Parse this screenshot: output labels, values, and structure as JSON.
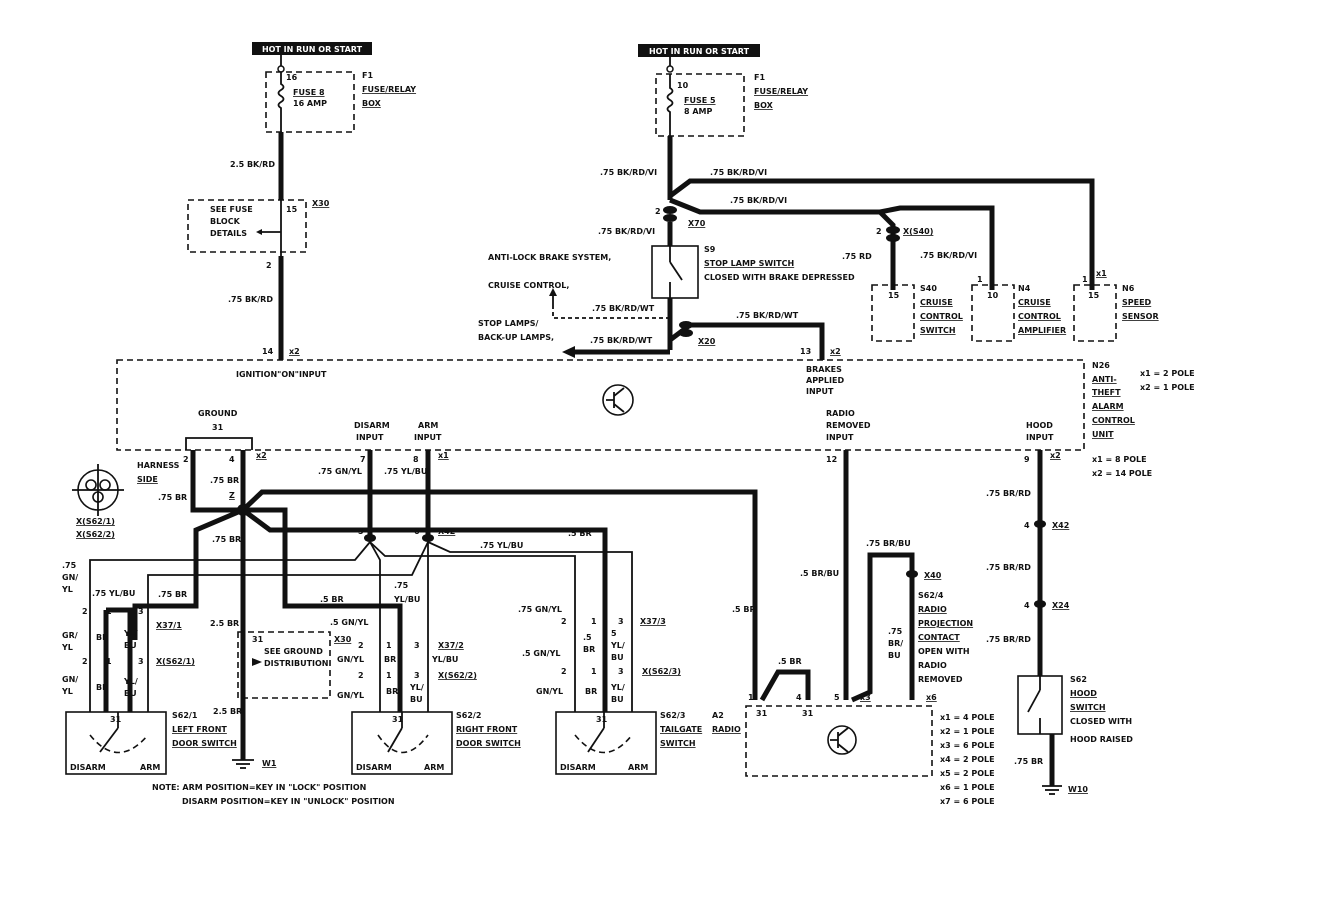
{
  "power_left": {
    "hot_label": "HOT IN RUN OR START",
    "pin_top": "16",
    "fuse_name": "FUSE 8",
    "fuse_rating": "16 AMP",
    "ref": "F1",
    "box_line1": "FUSE/RELAY",
    "box_line2": "BOX",
    "wire1": "2.5 BK/RD",
    "block_line1": "SEE FUSE",
    "block_line2": "BLOCK",
    "block_line3": "DETAILS",
    "block_pin": "15",
    "block_ref": "X30",
    "block_pin_out": "2",
    "wire2": ".75 BK/RD",
    "ign_pin": "14",
    "ign_conn": "x2",
    "ign_label": "IGNITION\"ON\"INPUT"
  },
  "power_right": {
    "hot_label": "HOT IN RUN OR START",
    "pin_top": "10",
    "fuse_name": "FUSE 5",
    "fuse_rating": "8 AMP",
    "ref": "F1",
    "box_line1": "FUSE/RELAY",
    "box_line2": "BOX",
    "wire1": ".75 BK/RD/VI",
    "wire_top1": ".75 BK/RD/VI",
    "wire_top2": ".75 BK/RD/VI",
    "x70_pin": "2",
    "x70_ref": "X70",
    "wire_after_x70": ".75 BK/RD/VI",
    "s9_ref": "S9",
    "s9_line1": "STOP LAMP SWITCH",
    "s9_line2": "CLOSED WITH BRAKE DEPRESSED",
    "abs_label": "ANTI-LOCK BRAKE SYSTEM,",
    "cruise_label": "CRUISE CONTROL,",
    "stop_label1": "STOP LAMPS/",
    "stop_label2": "BACK-UP LAMPS,",
    "wire_s9_out1": ".75 BK/RD/WT",
    "wire_s9_out2": ".75 BK/RD/WT",
    "wire_s9_out3": ".75 BK/RD/WT",
    "x20_ref": "X20",
    "brake_pin": "13",
    "brake_conn": "x2",
    "brake_label1": "BRAKES",
    "brake_label2": "APPLIED",
    "brake_label3": "INPUT"
  },
  "right_components": {
    "x540_pin": "2",
    "x540_ref": "X(S40)",
    "wire_s40": ".75 RD",
    "wire_n4": ".75 BK/RD/VI",
    "s40_pin": "15",
    "s40_ref": "S40",
    "s40_line1": "CRUISE",
    "s40_line2": "CONTROL",
    "s40_line3": "SWITCH",
    "n4_pin_top": "1",
    "n4_pin": "10",
    "n4_ref": "N4",
    "n4_line1": "CRUISE",
    "n4_line2": "CONTROL",
    "n4_line3": "AMPLIFIER",
    "n6_pin_top": "1",
    "n6_conn": "x1",
    "n6_pin": "15",
    "n6_ref": "N6",
    "n6_line1": "SPEED",
    "n6_line2": "SENSOR"
  },
  "module": {
    "ref": "N26",
    "line1": "ANTI-",
    "line2": "THEFT",
    "line3": "ALARM",
    "line4": "CONTROL",
    "line5": "UNIT",
    "pole_note1": "x1 = 2 POLE",
    "pole_note2": "x2 = 1 POLE",
    "pole_note3": "x1 = 8 POLE",
    "pole_note4": "x2 = 14 POLE",
    "ground_label": "GROUND",
    "ground_pin": "31",
    "disarm_label1": "DISARM",
    "disarm_label2": "INPUT",
    "arm_label1": "ARM",
    "arm_label2": "INPUT",
    "radio_label1": "RADIO",
    "radio_label2": "REMOVED",
    "radio_label3": "INPUT",
    "hood_label1": "HOOD",
    "hood_label2": "INPUT",
    "pin_2": "2",
    "pin_4": "4",
    "pin_x2": "x2",
    "pin_7": "7",
    "pin_8": "8",
    "pin_x1": "x1",
    "pin_12": "12",
    "pin_9": "9",
    "pin_x2b": "x2"
  },
  "ground_area": {
    "harness_label1": "HARNESS",
    "harness_label2": "SIDE",
    "wire_75br_a": ".75 BR",
    "wire_75br_b": ".75 BR",
    "wire_75br_c": ".75 BR",
    "z_label": "Z",
    "conn_ref1": "X(S62/1)",
    "conn_ref2": "X(S62/2)",
    "wire_25br": "2.5 BR",
    "wire_5br_a": ".5 BR",
    "w30_ref": "X30",
    "w30_pin": "31",
    "ground_dist1": "SEE GROUND",
    "ground_dist2": "DISTRIBUTION",
    "w1_ref": "W1",
    "wire_25br_b": "2.5 BR"
  },
  "input_wires": {
    "disarm_wire": ".75 GN/YL",
    "arm_wire": ".75 YL/BU",
    "x42_pin5": "5",
    "x42_pin6": "6",
    "x42_ref": "X42",
    "wire_ylbu": ".75 YL/BU",
    "wire_5br_b": ".5 BR",
    "wire_75ylbu_b": ".75",
    "wire_75ylbu_c": "YL/BU"
  },
  "left_door": {
    "wire_gnyl": ".75",
    "wire_gnyl2": "GN/",
    "wire_gnyl3": "YL",
    "wire_ylbu": ".75 YL/BU",
    "wire_br": ".75 BR",
    "pin2a": "2",
    "pin1a": "1",
    "pin3a": "3",
    "conn_ref_a": "X37/1",
    "gr_label1": "GR/",
    "gr_label2": "YL",
    "br_label": "BR",
    "ylbu_label1": "YL/",
    "ylbu_label2": "BU",
    "pin2b": "2",
    "pin1b": "1",
    "pin3b": "3",
    "conn_ref_b": "X(S62/1)",
    "gn_label1": "GN/",
    "gn_label2": "YL",
    "br_label2": "BR",
    "ylbu_label3": "YL/",
    "ylbu_label4": "BU",
    "pin31": "31",
    "ref": "S62/1",
    "name1": "LEFT FRONT",
    "name2": "DOOR SWITCH",
    "disarm": "DISARM",
    "arm": "ARM"
  },
  "right_door": {
    "wire_gnyl": ".5 GN/YL",
    "pin2a": "2",
    "pin1a": "1",
    "pin3a": "3",
    "conn_ref_a": "X37/2",
    "gn_label1": "GN/YL",
    "br_label": "BR",
    "ylbu_label": "YL/BU",
    "pin2b": "2",
    "pin1b": "1",
    "pin3b": "3",
    "conn_ref_b": "X(S62/2)",
    "gn_label2": "GN/YL",
    "br_label2": "BR",
    "ylbu_label1": "YL/",
    "ylbu_label2": "BU",
    "pin31": "31",
    "ref": "S62/2",
    "name1": "RIGHT FRONT",
    "name2": "DOOR SWITCH",
    "disarm": "DISARM",
    "arm": "ARM"
  },
  "tailgate": {
    "wire_gnyl_a": ".75 GN/YL",
    "wire_gnyl_b": ".5 GN/YL",
    "wire_br": ".5 BR",
    "pin2a": "2",
    "pin1a": "1",
    "pin3a": "3",
    "conn_ref_a": "X37/3",
    "br_label": ".5",
    "br_label2": "BR",
    "ylbu_label1": "5",
    "ylbu_label2": "YL/",
    "ylbu_label3": "BU",
    "pin2b": "2",
    "pin1b": "1",
    "pin3b": "3",
    "conn_ref_b": "X(S62/3)",
    "gn_label": "GN/YL",
    "br_label3": "BR",
    "ylbu_label4": "YL/",
    "ylbu_label5": "BU",
    "pin31": "31",
    "ref": "S62/3",
    "name1": "TAILGATE",
    "name2": "SWITCH",
    "disarm": "DISARM",
    "arm": "ARM"
  },
  "radio": {
    "wire_5br": ".5 BR",
    "wire_5brbu": ".5 BR/BU",
    "wire_75brbu": ".75 BR/BU",
    "wire_5br_b": ".5 BR",
    "x40_ref": "X40",
    "s62_4_ref": "S62/4",
    "s62_4_line1": "RADIO",
    "s62_4_line2": "PROJECTION",
    "s62_4_line3": "CONTACT",
    "s62_4_line4": "OPEN WITH",
    "s62_4_line5": "RADIO",
    "s62_4_line6": "REMOVED",
    "wire_75_1": ".75",
    "wire_75_2": "BR/",
    "wire_75_3": "BU",
    "ref": "A2",
    "name": "RADIO",
    "pin1": "1",
    "pin31a": "31",
    "pin4": "4",
    "pin31b": "31",
    "pin5": "5",
    "pin_x3": "x3",
    "pin_x6": "x6",
    "poles": [
      "x1 = 4 POLE",
      "x2 = 1 POLE",
      "x3 = 6 POLE",
      "x4 = 2 POLE",
      "x5 = 2 POLE",
      "x6 = 1 POLE",
      "x7 = 6 POLE"
    ]
  },
  "hood": {
    "wire1": ".75 BR/RD",
    "x42_pin": "4",
    "x42_ref": "X42",
    "wire2": ".75 BR/RD",
    "x24_pin": "4",
    "x24_ref": "X24",
    "wire3": ".75 BR/RD",
    "ref": "S62",
    "name1": "HOOD",
    "name2": "SWITCH",
    "note1": "CLOSED WITH",
    "note2": "HOOD RAISED",
    "wire4": ".75 BR",
    "w10_ref": "W10"
  },
  "notes": {
    "line1": "NOTE: ARM POSITION=KEY IN \"LOCK\" POSITION",
    "line2": "DISARM POSITION=KEY IN \"UNLOCK\" POSITION"
  }
}
